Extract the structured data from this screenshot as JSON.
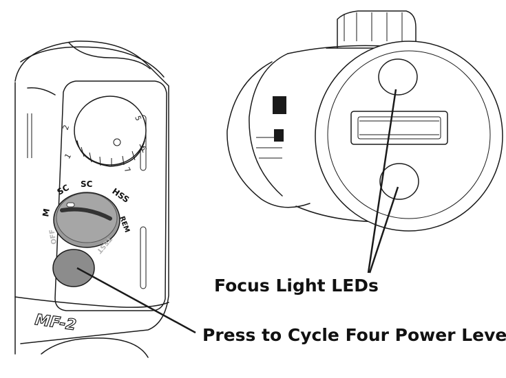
{
  "callouts": {
    "focus_leds": "Focus Light LEDs",
    "power_button": "Press to Cycle Four Power Levels"
  },
  "unit": {
    "model": "MF-2"
  },
  "mode_dial": {
    "positions": [
      "M",
      "SC",
      "SC",
      "HSS",
      "REM",
      "TEST",
      "OFF"
    ]
  },
  "power_dial": {
    "numbers": [
      "1",
      "2",
      "5",
      "6",
      "7"
    ]
  },
  "colors": {
    "line": "#1a1a1a",
    "dial_fill": "#9a9a9a",
    "button_fill": "#8c8c8c",
    "faded_label": "#b5b5b5"
  }
}
